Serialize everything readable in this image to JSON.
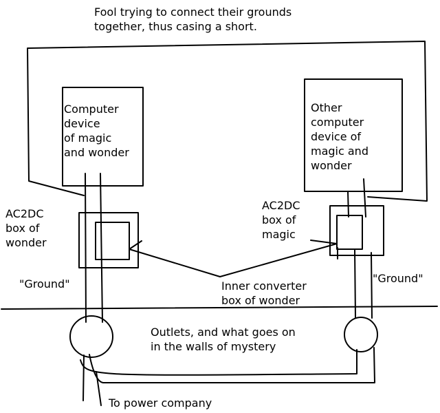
{
  "caption": {
    "line1": "Fool trying to connect their grounds",
    "line2": "together, thus casing a short."
  },
  "left_device": [
    "Computer",
    "device",
    "of magic",
    "and wonder"
  ],
  "right_device": [
    "Other",
    "computer",
    "device of",
    "magic and",
    "wonder"
  ],
  "left_box_label": [
    "AC2DC",
    "box of",
    "wonder"
  ],
  "right_box_label": [
    "AC2DC",
    "box of",
    "magic"
  ],
  "left_ground": "\"Ground\"",
  "right_ground": "\"Ground\"",
  "inner_converter": [
    "Inner converter",
    "box of wonder"
  ],
  "outlets_text": [
    "Outlets, and what goes on",
    "in the walls of mystery"
  ],
  "power_label": "To power company",
  "colors": {
    "ink": "#000000",
    "background": "#ffffff"
  }
}
